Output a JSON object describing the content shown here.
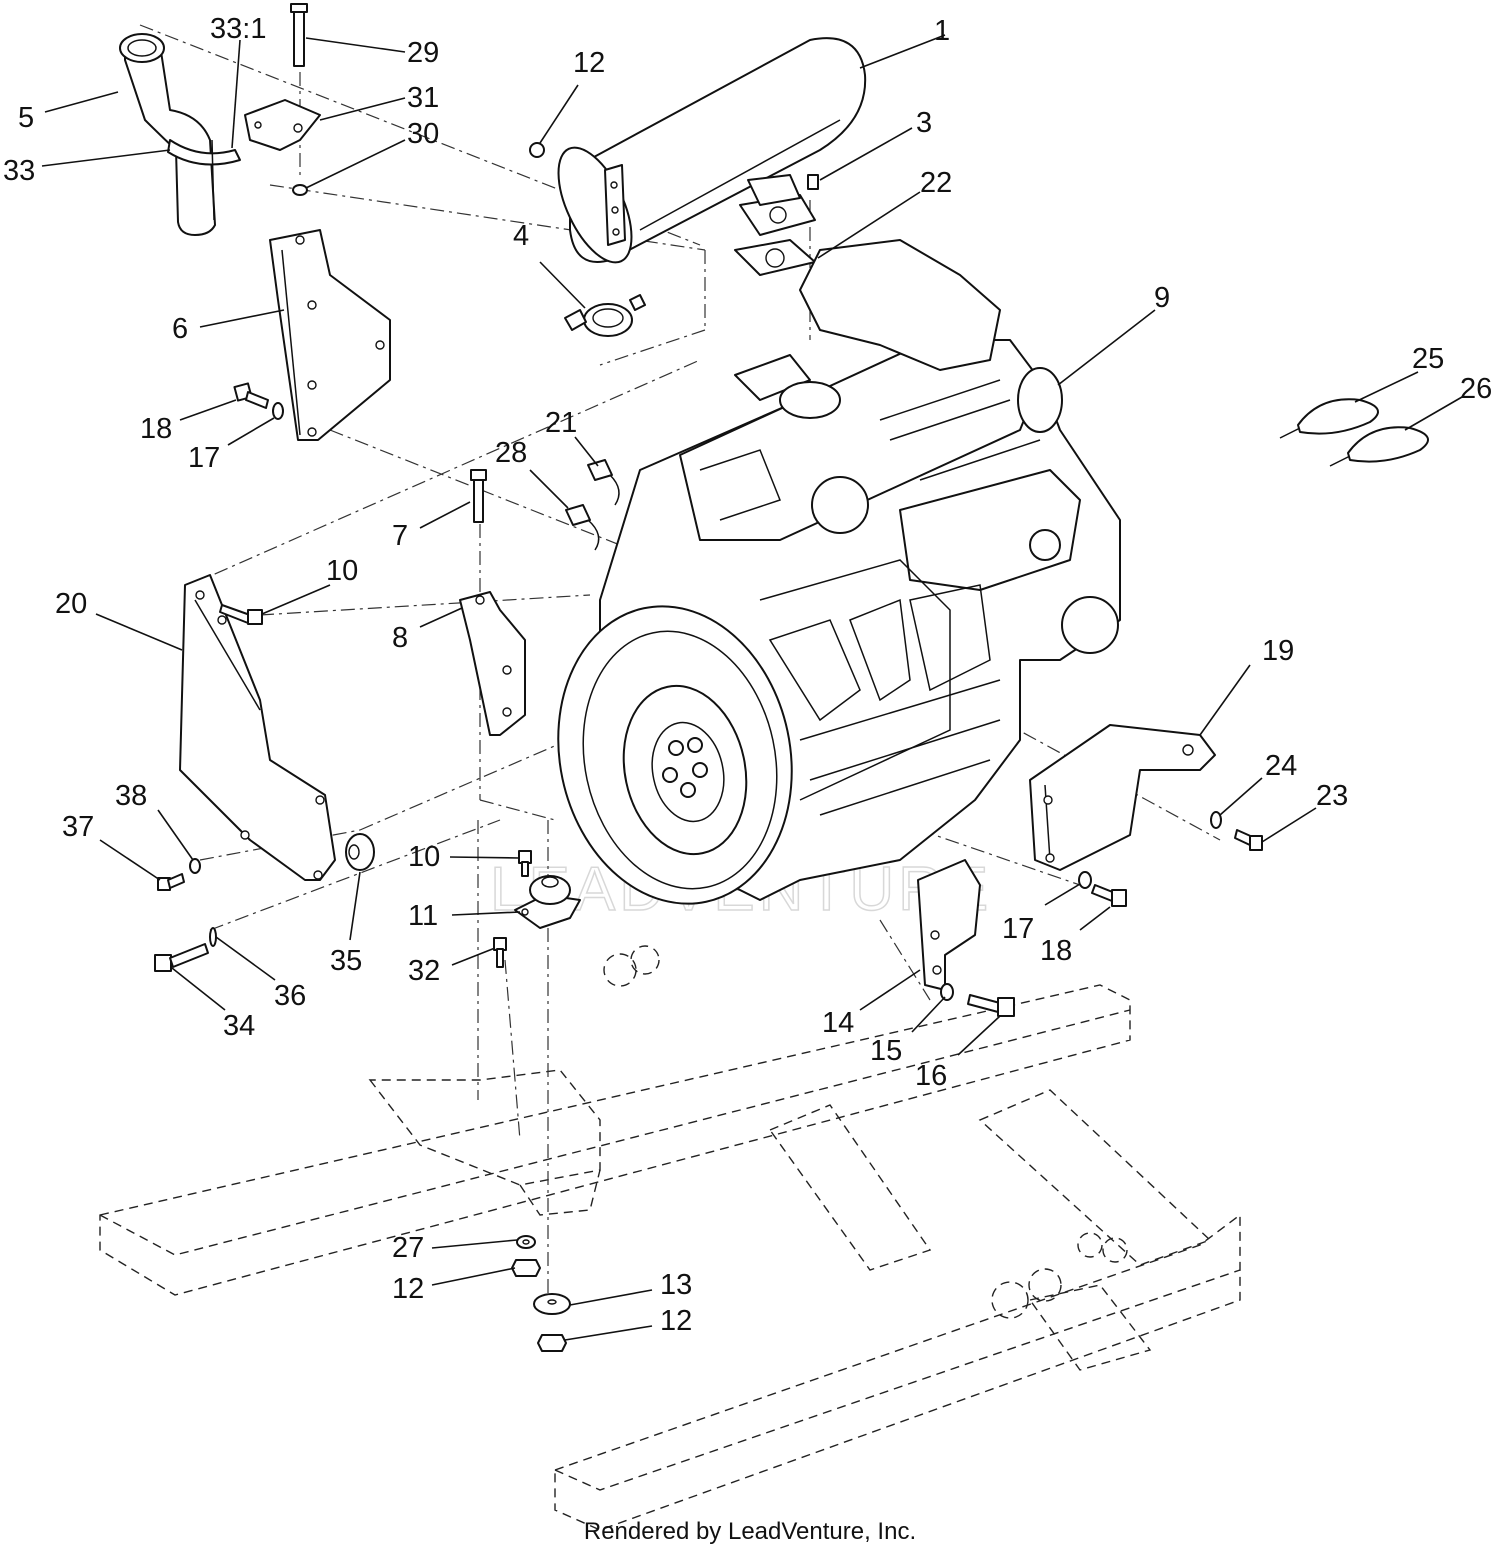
{
  "watermark": "LEADVENTURE",
  "footer": "Rendered by LeadVenture, Inc.",
  "callouts": [
    "1",
    "3",
    "12",
    "22",
    "9",
    "4",
    "6",
    "18",
    "17",
    "21",
    "28",
    "7",
    "10",
    "8",
    "20",
    "25",
    "26",
    "19",
    "24",
    "23",
    "38",
    "37",
    "35",
    "10",
    "11",
    "32",
    "34",
    "36",
    "17",
    "18",
    "14",
    "15",
    "16",
    "27",
    "12",
    "13",
    "12",
    "29",
    "31",
    "30",
    "33:1",
    "5",
    "33"
  ]
}
